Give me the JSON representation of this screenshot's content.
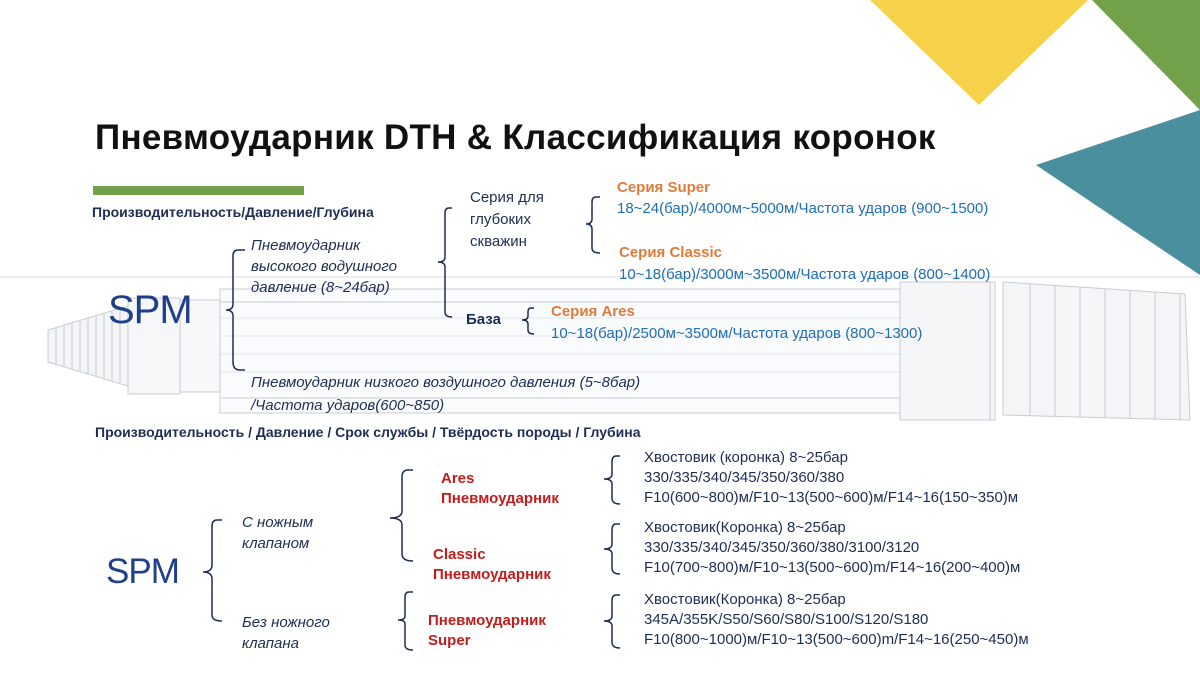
{
  "title": "Пневмоударник DTH & Классификация коронок",
  "colors": {
    "accent_green": "#72a04b",
    "accent_yellow": "#f6d14a",
    "accent_teal": "#4a8f9d",
    "navy": "#1f2d52",
    "blue": "#1f6fb5",
    "orange": "#e07b3c",
    "red": "#c21d1d"
  },
  "section1": {
    "header": "Производительность/Давление/Глубина",
    "brand": "SPM",
    "high_pressure": [
      "Пневмоударник",
      "высокого водушного",
      "давление (8~24бар)"
    ],
    "deep_series": [
      "Серия для",
      "глубоких",
      "скважин"
    ],
    "base_label": "База",
    "super": {
      "name": "Серия Super",
      "spec": "18~24(бар)/4000м~5000м/Частота ударов (900~1500)"
    },
    "classic": {
      "name": "Серия Classic",
      "spec": "10~18(бар)/3000м~3500м/Частота ударов (800~1400)"
    },
    "ares": {
      "name": "Серия Ares",
      "spec": "10~18(бар)/2500м~3500м/Частота ударов (800~1300)"
    },
    "low_pressure": [
      "Пневмоударник низкого воздушного давления (5~8бар)",
      "/Частота ударов(600~850)"
    ]
  },
  "section2": {
    "header": "Производительность / Давление / Срок службы / Твёрдость породы / Глубина",
    "brand": "SPM",
    "with_valve": [
      "С ножным",
      "клапаном"
    ],
    "without_valve": [
      "Без ножного",
      "клапана"
    ],
    "ares": [
      "Ares",
      "Пневмоударник"
    ],
    "classic": [
      "Classic",
      "Пневмоударник"
    ],
    "super": [
      "Пневмоударник",
      "Super"
    ],
    "ares_specs": [
      "Хвостовик (коронка) 8~25бар",
      "330/335/340/345/350/360/380",
      "F10(600~800)м/F10~13(500~600)м/F14~16(150~350)м"
    ],
    "classic_specs": [
      "Хвостовик(Коронка) 8~25бар",
      "330/335/340/345/350/360/380/3100/3120",
      "F10(700~800)м/F10~13(500~600)m/F14~16(200~400)м"
    ],
    "super_specs": [
      "Хвостовик(Коронка) 8~25бар",
      "345A/355K/S50/S60/S80/S100/S120/S180",
      "F10(800~1000)м/F10~13(500~600)m/F14~16(250~450)м"
    ]
  }
}
